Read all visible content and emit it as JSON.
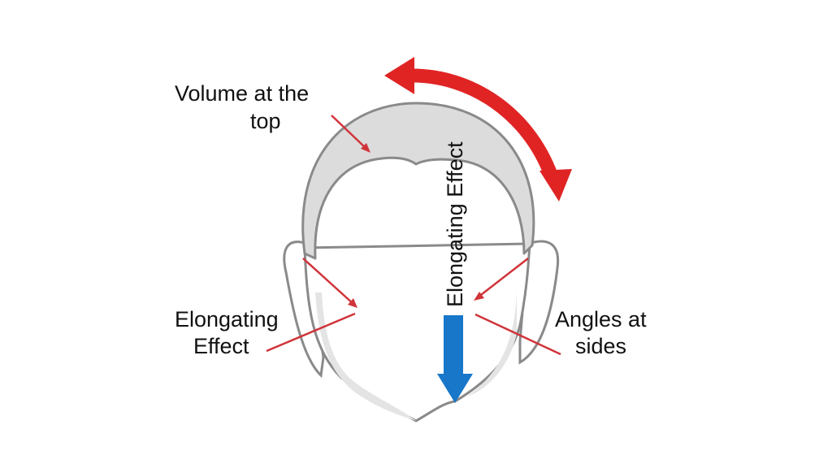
{
  "labels": {
    "volume_line1": "Volume at the",
    "volume_line2": "top",
    "elongating_left_line1": "Elongating",
    "elongating_left_line2": "Effect",
    "angles_line1": "Angles at",
    "angles_line2": "sides",
    "vertical_label": "Elongating Effect"
  },
  "colors": {
    "red": "#e02424",
    "line_red": "#d0343a",
    "blue": "#1877c9",
    "hair": "#dcdcdc",
    "outline": "#8a8a8a"
  }
}
